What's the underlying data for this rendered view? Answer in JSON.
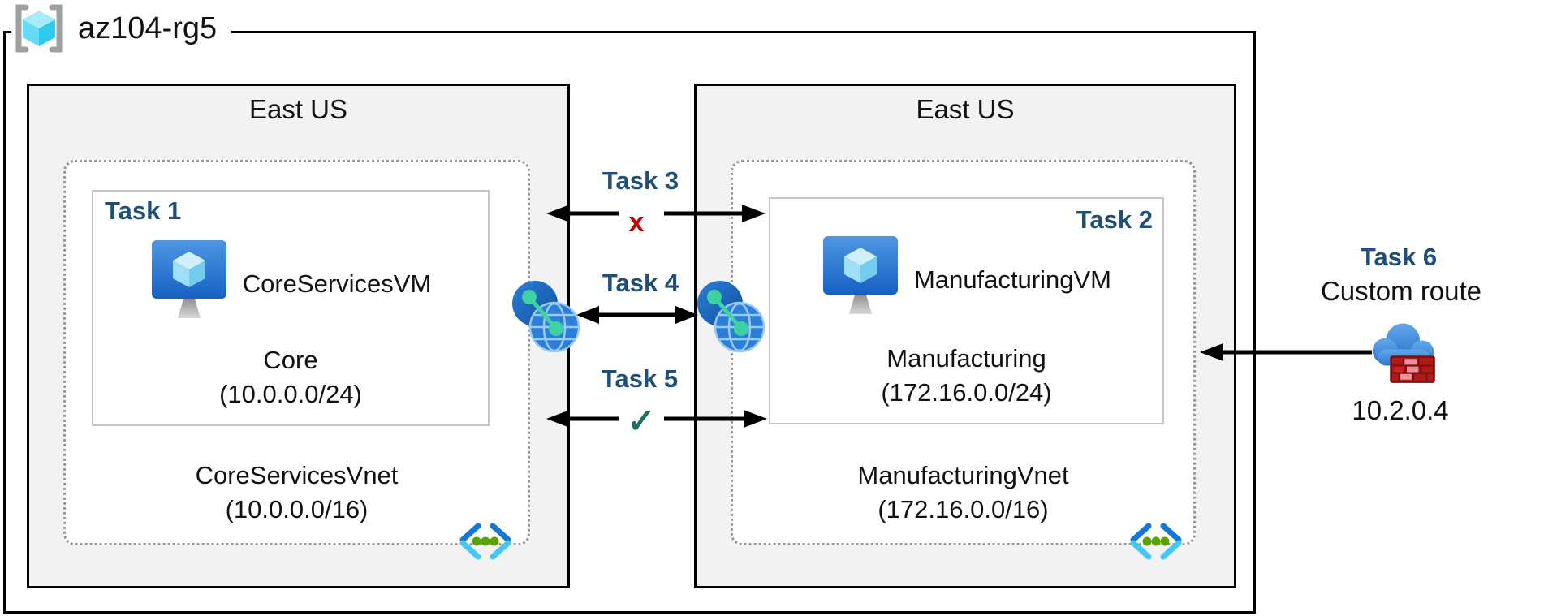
{
  "resource_group": {
    "name": "az104-rg5"
  },
  "regions": {
    "left": {
      "name": "East US",
      "subnet": {
        "task_label": "Task 1",
        "vm_name": "CoreServicesVM",
        "subnet_name": "Core",
        "cidr": "(10.0.0.0/24)"
      },
      "vnet": {
        "name": "CoreServicesVnet",
        "cidr": "(10.0.0.0/16)"
      }
    },
    "right": {
      "name": "East US",
      "subnet": {
        "task_label": "Task 2",
        "vm_name": "ManufacturingVM",
        "subnet_name": "Manufacturing",
        "cidr": "(172.16.0.0/24)"
      },
      "vnet": {
        "name": "ManufacturingVnet",
        "cidr": "(172.16.0.0/16)"
      }
    }
  },
  "connections": {
    "task3": {
      "label": "Task 3",
      "status": "x"
    },
    "task4": {
      "label": "Task 4"
    },
    "task5": {
      "label": "Task 5",
      "status": "✓"
    },
    "task6": {
      "label": "Task 6",
      "sublabel": "Custom route",
      "ip": "10.2.0.4"
    }
  },
  "colors": {
    "task_label": "#1f4e79",
    "blocked_status": "#c00000",
    "allowed_status": "#1e6f61",
    "region_fill": "#f2f2f2"
  }
}
